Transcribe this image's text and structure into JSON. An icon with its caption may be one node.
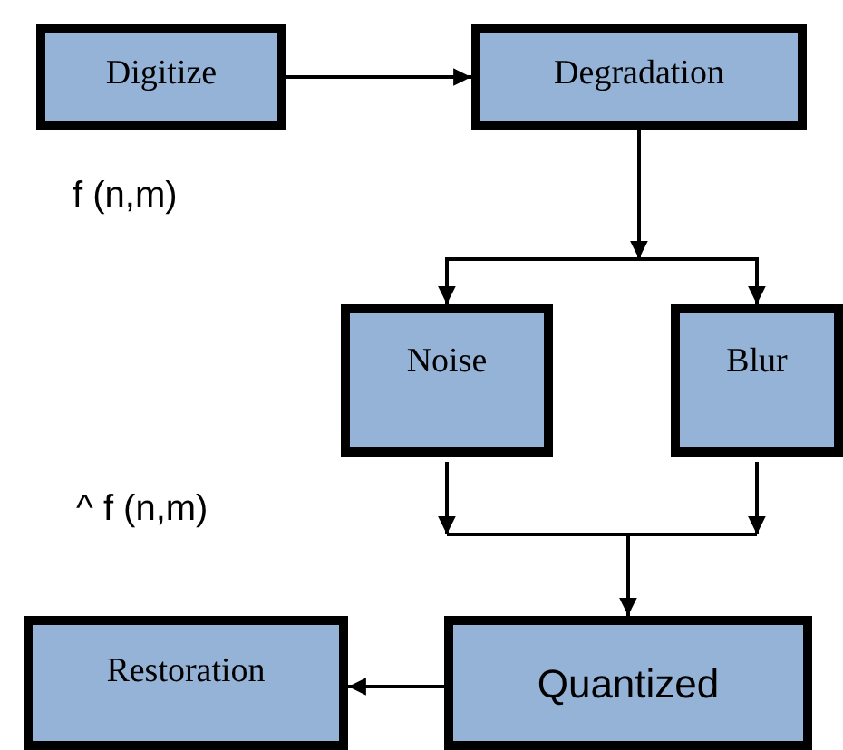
{
  "diagram": {
    "nodes": [
      {
        "text": [
          "Digitize"
        ]
      },
      {
        "text": [
          "Degradation"
        ]
      },
      {
        "text": [
          "Noise"
        ]
      },
      {
        "text": [
          "Blur"
        ]
      },
      {
        "text": [
          "Restoration"
        ]
      },
      {
        "text": [
          "Quantized"
        ]
      }
    ],
    "edges": [
      {
        "from": 0,
        "to": 1,
        "arrow": "to"
      },
      {
        "from": 1,
        "to": 2,
        "arrow": "to"
      },
      {
        "from": 1,
        "to": 3,
        "arrow": "to"
      },
      {
        "from": 2,
        "to": 5,
        "arrow": "to"
      },
      {
        "from": 3,
        "to": 5,
        "arrow": "to"
      },
      {
        "from": 5,
        "to": 4,
        "arrow": "to"
      }
    ],
    "labels": [
      "f (n,m)",
      "^ f (n,m)"
    ]
  }
}
